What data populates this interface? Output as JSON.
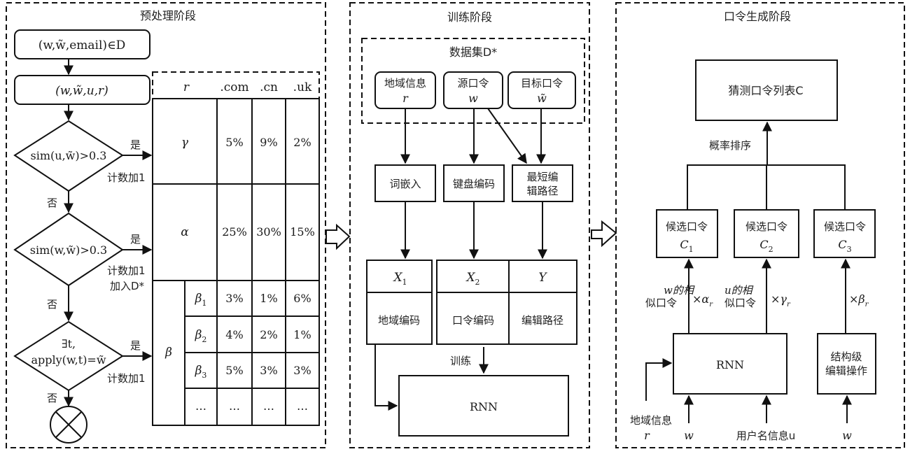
{
  "stages": {
    "preprocess": {
      "title": "预处理阶段",
      "start_box": "(w,w̃,email)∈D",
      "tuple_box": "(w,w̃,u,r)",
      "decisions": [
        {
          "cond": "sim(u,w̃)>0.3",
          "yes": "是",
          "yes_note": "计数加1",
          "no": "否"
        },
        {
          "cond": "sim(w,w̃)>0.3",
          "yes": "是",
          "yes_note": "计数加1",
          "yes_note2": "加入D*",
          "no": "否"
        },
        {
          "cond_line1": "∃t,",
          "cond_line2": "apply(w,t)=w̃",
          "yes": "是",
          "yes_note": "计数加1",
          "no": "否"
        }
      ],
      "terminal_icon": "circle-x-icon",
      "table": {
        "headers": [
          "r",
          ".com",
          ".cn",
          ".uk"
        ],
        "rows": [
          {
            "label": "γ",
            "values": [
              "5%",
              "9%",
              "2%"
            ]
          },
          {
            "label": "α",
            "values": [
              "25%",
              "30%",
              "15%"
            ]
          }
        ],
        "beta_label": "β",
        "beta_rows": [
          {
            "label": "β",
            "sub": "1",
            "values": [
              "3%",
              "1%",
              "6%"
            ]
          },
          {
            "label": "β",
            "sub": "2",
            "values": [
              "4%",
              "2%",
              "1%"
            ]
          },
          {
            "label": "β",
            "sub": "3",
            "values": [
              "5%",
              "3%",
              "3%"
            ]
          },
          {
            "label": "…",
            "sub": "",
            "values": [
              "…",
              "…",
              "…"
            ]
          }
        ]
      }
    },
    "training": {
      "title": "训练阶段",
      "dataset_title": "数据集D*",
      "inputs": [
        {
          "line1": "地域信息",
          "line2": "r"
        },
        {
          "line1": "源口令",
          "line2": "w"
        },
        {
          "line1": "目标口令",
          "line2": "w̃"
        }
      ],
      "processors": [
        {
          "line1": "词嵌入",
          "line2": ""
        },
        {
          "line1": "键盘编码",
          "line2": ""
        },
        {
          "line1": "最短编",
          "line2": "辑路径"
        }
      ],
      "encodings": [
        {
          "symbol": "X",
          "sub": "1",
          "label": "地域编码"
        },
        {
          "symbol": "X",
          "sub": "2",
          "label": "口令编码"
        },
        {
          "symbol": "Y",
          "sub": "",
          "label": "编辑路径"
        }
      ],
      "train_label": "训练",
      "model": "RNN"
    },
    "generation": {
      "title": "口令生成阶段",
      "output_box": "猜测口令列表C",
      "rank_label": "概率排序",
      "candidates": [
        {
          "line1": "候选口令",
          "symbol": "C",
          "sub": "1"
        },
        {
          "line1": "候选口令",
          "symbol": "C",
          "sub": "2"
        },
        {
          "line1": "候选口令",
          "symbol": "C",
          "sub": "3"
        }
      ],
      "edge_labels": [
        {
          "line1": "w的相",
          "line2": "似口令",
          "factor": "×α",
          "sub": "r"
        },
        {
          "line1": "u的相",
          "line2": "似口令",
          "factor": "×γ",
          "sub": "r"
        },
        {
          "line1": "",
          "line2": "",
          "factor": "×β",
          "sub": "r"
        }
      ],
      "model": "RNN",
      "struct_box_line1": "结构级",
      "struct_box_line2": "编辑操作",
      "bottom_inputs": [
        {
          "line1": "地域信息",
          "line2": "r"
        },
        {
          "line1": "",
          "line2": "w"
        },
        {
          "line1": "用户名信息u",
          "line2": ""
        },
        {
          "line1": "",
          "line2": "w"
        }
      ]
    }
  }
}
